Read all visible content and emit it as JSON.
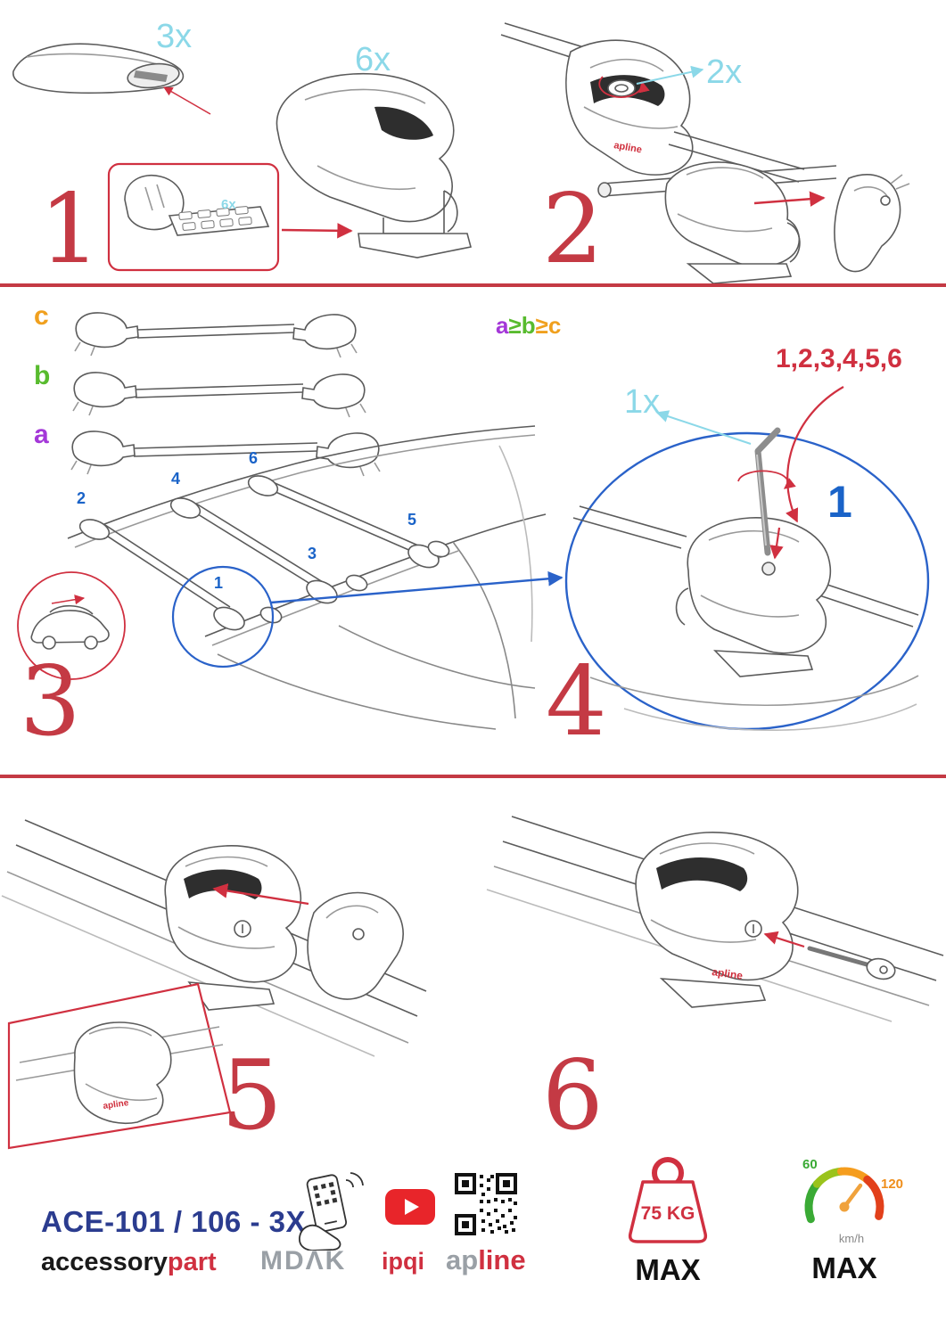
{
  "step1": {
    "number": "1",
    "bar_qty": "3x",
    "foot_qty": "6x",
    "pad_qty": "6x"
  },
  "step2": {
    "number": "2",
    "key_qty": "2x"
  },
  "step3": {
    "number": "3",
    "bar_label_a": "a",
    "bar_label_b": "b",
    "bar_label_c": "c",
    "rule_a": "a",
    "rule_gte1": "≥",
    "rule_b": "b",
    "rule_gte2": "≥",
    "rule_c": "c",
    "pos1": "1",
    "pos2": "2",
    "pos3": "3",
    "pos4": "4",
    "pos5": "5",
    "pos6": "6"
  },
  "step4": {
    "number": "4",
    "tool_qty": "1x",
    "sequence": "1,2,3,4,5,6",
    "first_position": "1"
  },
  "step5": {
    "number": "5"
  },
  "step6": {
    "number": "6"
  },
  "misc": {
    "foot_brand": "apline"
  },
  "footer": {
    "model": "ACE-101 / 106 - 3X",
    "brand1_black": "accessory",
    "brand1_red": "part",
    "brand2": "MDΛK",
    "brand3": "ipqi",
    "brand4_gray": "ap",
    "brand4_red": "line",
    "weight_value": "75 KG",
    "weight_max": "MAX",
    "speed_low": "60",
    "speed_high": "120",
    "speed_unit": "km/h",
    "speed_max": "MAX"
  },
  "colors": {
    "accent_red": "#c43a44",
    "cyan": "#8bd8e8",
    "callout_blue": "#1a63c8",
    "navy": "#2b3c8f",
    "orange": "#f0a01e",
    "green": "#58bb2e",
    "purple": "#a438d8"
  }
}
